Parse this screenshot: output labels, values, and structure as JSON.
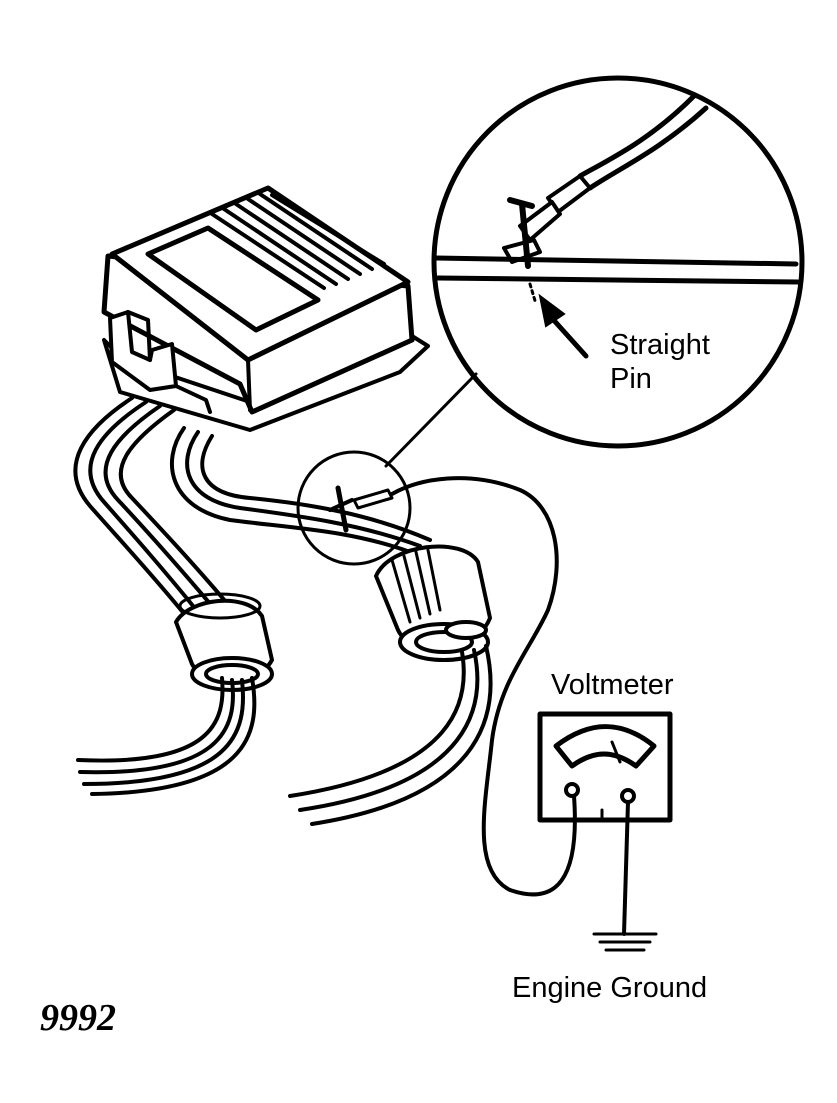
{
  "labels": {
    "straight_pin_line1": "Straight",
    "straight_pin_line2": "Pin",
    "voltmeter": "Voltmeter",
    "engine_ground": "Engine Ground",
    "figure_number": "9992"
  },
  "colors": {
    "ink": "#000000",
    "background": "#ffffff"
  }
}
